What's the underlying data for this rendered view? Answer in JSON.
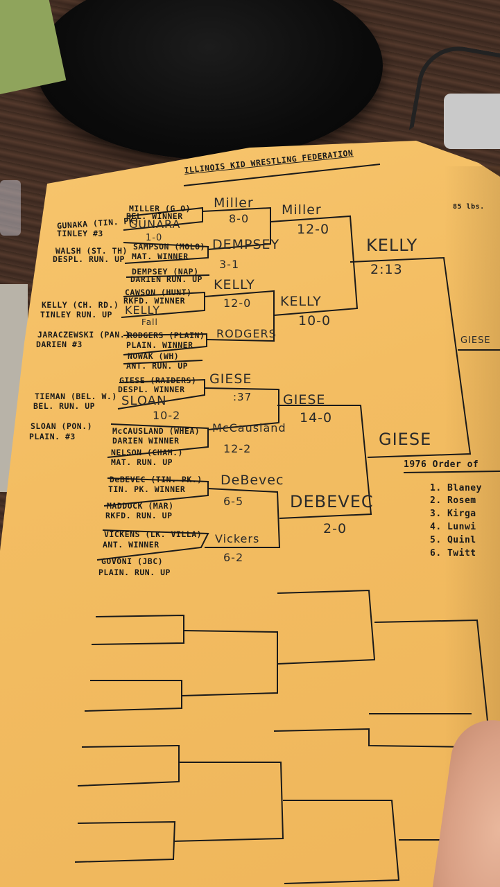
{
  "title": "ILLINOIS KID WRESTLING FEDERATION",
  "corner_text": "85 lbs.",
  "seeds": [
    {
      "name": "GUNAKA (TIN. PK)",
      "sub": "TINLEY #3"
    },
    {
      "name": "WALSH (ST. TH)",
      "sub": "DESPL. RUN. UP"
    },
    {
      "name": "KELLY (CH. RD.)",
      "sub": "TINLEY RUN. UP"
    },
    {
      "name": "JARACZEWSKI (PAN.)",
      "sub": "DARIEN #3"
    },
    {
      "name": "TIEMAN (BEL. W.)",
      "sub": "BEL. RUN. UP"
    },
    {
      "name": "SLOAN (PON.)",
      "sub": "PLAIN. #3"
    }
  ],
  "entries": [
    {
      "name": "MILLER (G.O)",
      "sub": "BEL. WINNER"
    },
    {
      "name": "SAMPSON (MOLO)",
      "sub": "MAT. WINNER"
    },
    {
      "name": "DEMPSEY (NAP)",
      "sub": "DARIEN RUN. UP"
    },
    {
      "name": "CAWSON (HUNT)",
      "sub": "RKFD. WINNER"
    },
    {
      "name": "RODGERS (PLAIN)",
      "sub": "PLAIN. WINNER"
    },
    {
      "name": "NOWAK (WH)",
      "sub": "ANT. RUN. UP"
    },
    {
      "name": "GIESE (RAIDERS)",
      "sub": "DESPL. WINNER"
    },
    {
      "name": "McCAUSLAND (WHEA)",
      "sub": "DARIEN WINNER"
    },
    {
      "name": "NELSON (CHAM.)",
      "sub": "MAT. RUN. UP"
    },
    {
      "name": "DeBEVEC (TIN. PK.)",
      "sub": "TIN. PK. WINNER"
    },
    {
      "name": "MADDOCK (MAR)",
      "sub": "RKFD. RUN. UP"
    },
    {
      "name": "VICKENS (LK. VILLA)",
      "sub": "ANT. WINNER"
    },
    {
      "name": "GOVONI (JBC)",
      "sub": "PLAIN. RUN. UP"
    }
  ],
  "handwritten": {
    "prelim1": "GUNARA",
    "prelim1_score": "1-0",
    "prelim2": "KELLY",
    "prelim2_score": "Fall",
    "prelim3": "SLOAN",
    "prelim3_score": "10-2",
    "r1a": "Miller",
    "r1a_score": "8-0",
    "r1b": "DEMPSEY",
    "r1b_score": "3-1",
    "r1c": "KELLY",
    "r1c_score": "12-0",
    "r1d": "RODGERS",
    "r1e": "GIESE",
    "r1e_score": ":37",
    "r1f": "McCausland",
    "r1f_score": "12-2",
    "r1g": "DeBevec",
    "r1g_score": "6-5",
    "r1h": "Vickers",
    "r1h_score": "6-2",
    "qf1": "Miller",
    "qf1_score": "12-0",
    "qf2": "KELLY",
    "qf2_score": "10-0",
    "qf3": "GIESE",
    "qf3_score": "14-0",
    "qf4": "DEBEVEC",
    "qf4_score": "2-0",
    "sf1": "KELLY",
    "sf1_score": "2:13",
    "sf2": "GIESE",
    "final": "GIESE"
  },
  "order_title": "1976 Order of",
  "order_items": [
    "1.  Blaney",
    "2.  Rosem",
    "3.  Kirga",
    "4.  Lunwi",
    "5.  Quinl",
    "6.  Twitt"
  ]
}
